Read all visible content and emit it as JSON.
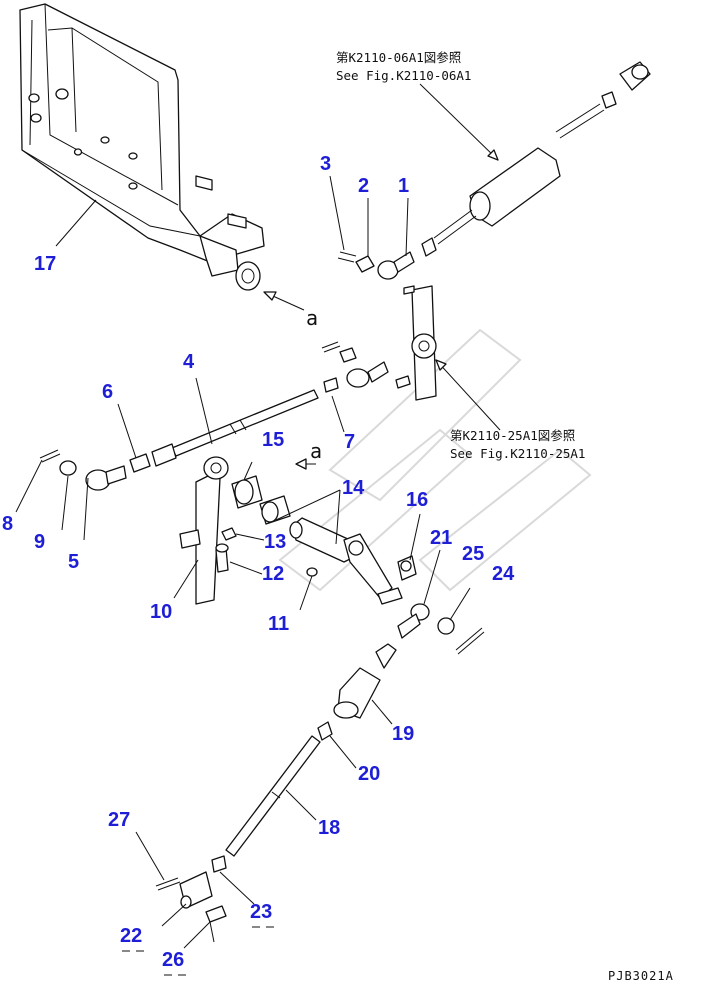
{
  "colors": {
    "callout": "#1e1ed6",
    "line": "#111111",
    "background": "#ffffff"
  },
  "references": [
    {
      "id": "ref-k2110-06a1",
      "jp": "第K2110-06A1図参照",
      "en": "See Fig.K2110-06A1"
    },
    {
      "id": "ref-k2110-25a1",
      "jp": "第K2110-25A1図参照",
      "en": "See Fig.K2110-25A1"
    }
  ],
  "view_marks": [
    "a",
    "a"
  ],
  "drawing_code": "PJB3021A",
  "callouts": [
    "1",
    "2",
    "3",
    "4",
    "5",
    "6",
    "7",
    "8",
    "9",
    "10",
    "11",
    "12",
    "13",
    "14",
    "15",
    "16",
    "17",
    "18",
    "19",
    "20",
    "21",
    "22",
    "23",
    "24",
    "25",
    "26",
    "27"
  ],
  "underlined_callouts": [
    "22",
    "23",
    "26"
  ]
}
